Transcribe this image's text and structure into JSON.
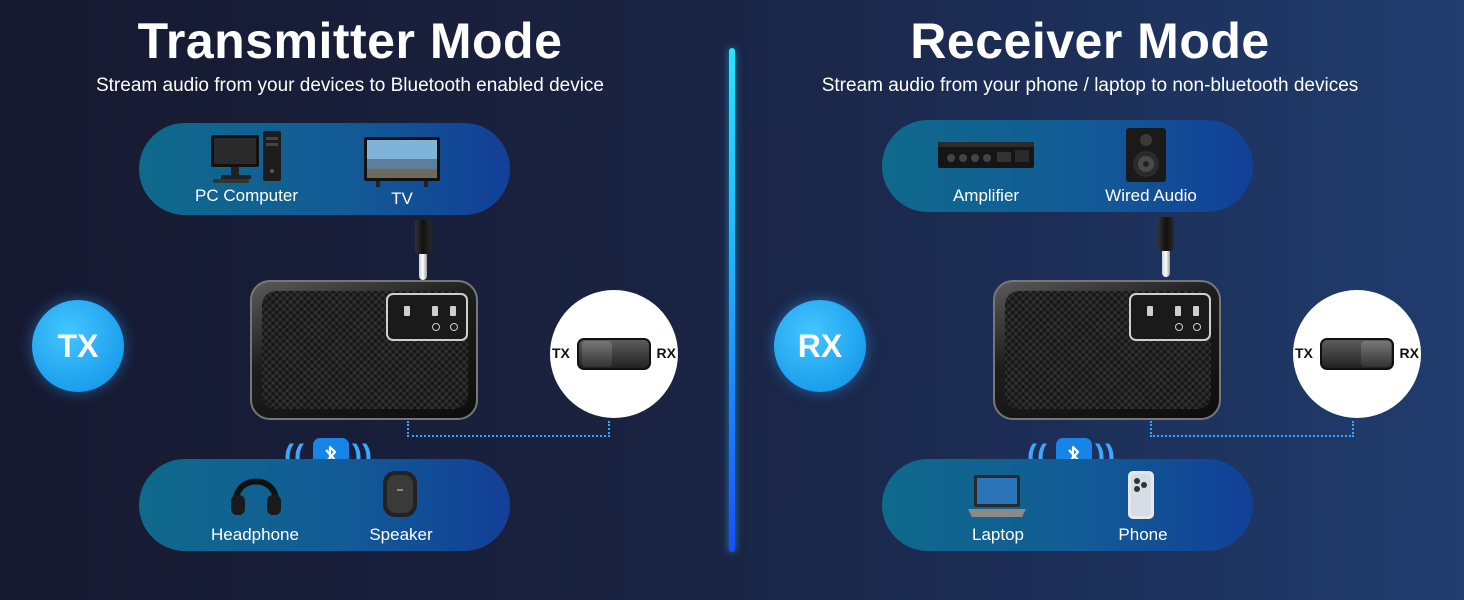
{
  "left": {
    "title": "Transmitter Mode",
    "subtitle": "Stream audio from your devices to Bluetooth enabled device",
    "mode_badge": "TX",
    "source_devices": [
      "PC Computer",
      "TV"
    ],
    "output_devices": [
      "Headphone",
      "Speaker"
    ],
    "switch": {
      "left_label": "TX",
      "right_label": "RX",
      "selected": "TX"
    }
  },
  "right": {
    "title": "Receiver Mode",
    "subtitle": "Stream audio from your phone / laptop to non-bluetooth devices",
    "mode_badge": "RX",
    "output_devices": [
      "Amplifier",
      "Wired Audio"
    ],
    "source_devices": [
      "Laptop",
      "Phone"
    ],
    "switch": {
      "left_label": "TX",
      "right_label": "RX",
      "selected": "RX"
    }
  },
  "colors": {
    "accent": "#1785e8",
    "pill": "#125b96",
    "divider": "#27e5ff"
  },
  "icons": {
    "bluetooth": "bluetooth-icon",
    "signal": "signal-wave-icon"
  }
}
